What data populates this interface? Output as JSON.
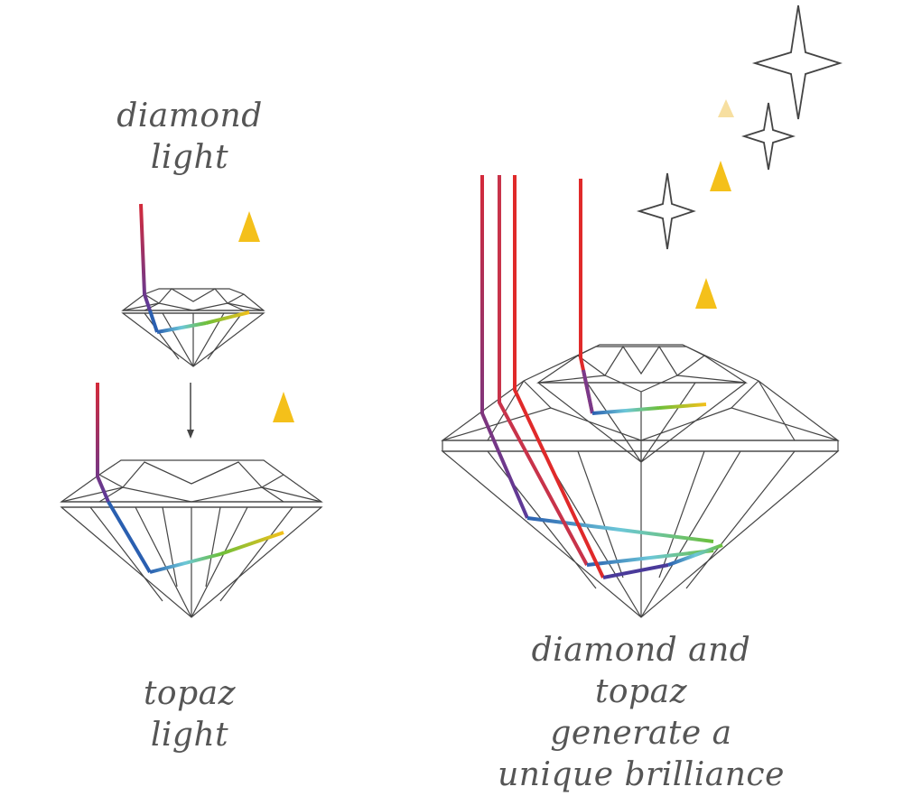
{
  "captions": {
    "diamond": [
      "diamond",
      "light"
    ],
    "topaz": [
      "topaz",
      "light"
    ],
    "combined": [
      "diamond and topaz",
      "generate a",
      "unique brilliance"
    ]
  },
  "colors": {
    "outline": "#444444",
    "red": "#e02a2a",
    "purple": "#6b3a8a",
    "blue": "#2a5fb0",
    "cyan": "#5cc3d6",
    "green": "#6cbf3a",
    "yellow": "#f4c01a",
    "orange": "#f0a020"
  },
  "icons": [
    "down-arrow-icon",
    "sparkle-icon",
    "gem-icon"
  ]
}
